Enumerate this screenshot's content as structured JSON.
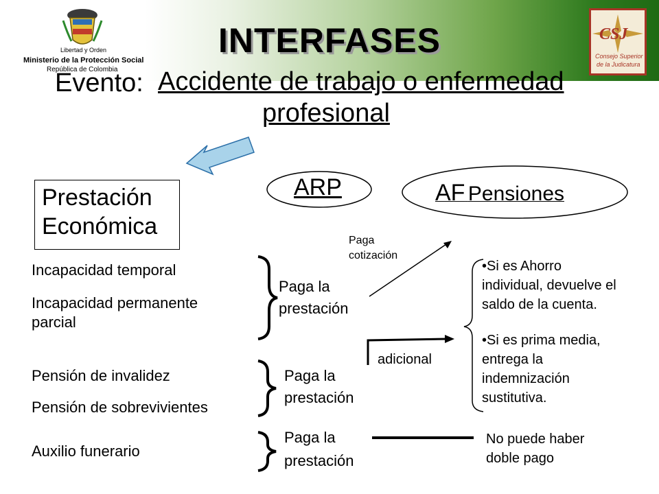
{
  "header": {
    "title": "INTERFASES",
    "left_logo": {
      "line1": "Libertad y Orden",
      "line2": "Ministerio de la Protección Social",
      "line3": "República de Colombia"
    },
    "right_logo": {
      "monogram": "CSJ",
      "line1": "Consejo Superior",
      "line2": "de la Judicatura"
    }
  },
  "evento": {
    "label": "Evento:",
    "text_line1": "Accidente de trabajo o enfermedad",
    "text_line2": "profesional"
  },
  "prestacion": {
    "line1": "Prestación",
    "line2": "Económica"
  },
  "arp": "ARP",
  "af": {
    "prefix": "AF",
    "suffix": "Pensiones"
  },
  "groups": [
    {
      "items": [
        "Incapacidad temporal",
        "Incapacidad permanente",
        "parcial"
      ],
      "action": [
        "Paga la",
        "prestación"
      ]
    },
    {
      "items": [
        "Pensión de invalidez",
        "Pensión de sobrevivientes"
      ],
      "action": [
        "Paga la",
        "prestación"
      ]
    },
    {
      "items": [
        "Auxilio funerario"
      ],
      "action": [
        "Paga la",
        "prestación"
      ]
    }
  ],
  "paga_cotizacion": [
    "Paga",
    "cotización"
  ],
  "adicional": "adicional",
  "bullets": [
    [
      "•Si es Ahorro",
      "individual, devuelve el",
      "saldo de la cuenta."
    ],
    [
      "•Si es prima media,",
      "entrega la",
      "indemnización",
      "sustitutiva."
    ]
  ],
  "no_doble": [
    "No puede haber",
    "doble pago"
  ]
}
